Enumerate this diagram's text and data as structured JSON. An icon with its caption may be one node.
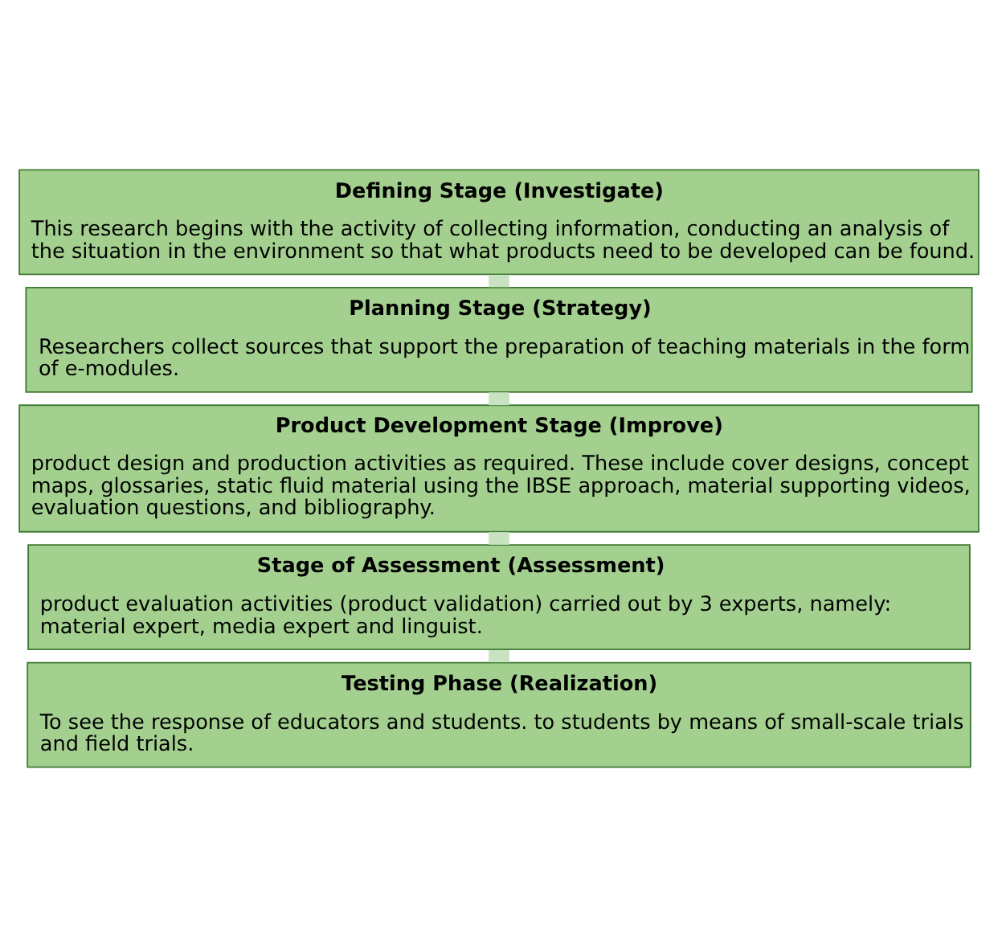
{
  "diagram": {
    "nodes": [
      {
        "text": [
          "Defining Stage (Investigate)",
          "This research begins with the activity of collecting information, conducting an analysis of the situation in the environment so that what products need to be developed can be found."
        ]
      },
      {
        "text": [
          "Planning Stage (Strategy)",
          "Researchers collect sources that support the preparation of teaching materials in the form of e-modules."
        ]
      },
      {
        "text": [
          "Product Development Stage (Improve)",
          "product design and production activities as required. These include cover designs, concept maps, glossaries, static fluid material using the IBSE approach, material supporting videos, evaluation questions, and bibliography."
        ]
      },
      {
        "text": [
          "Stage of Assessment (Assessment)",
          "product evaluation activities (product validation) carried out by 3 experts, namely: material expert, media expert and linguist."
        ]
      },
      {
        "text": [
          "Testing Phase (Realization)",
          "To see the response of educators and students. to students by means of small-scale trials and field trials."
        ]
      }
    ],
    "edges": [
      {
        "from": 0,
        "to": 1,
        "arrow": "none"
      },
      {
        "from": 1,
        "to": 2,
        "arrow": "none"
      },
      {
        "from": 2,
        "to": 3,
        "arrow": "none"
      },
      {
        "from": 3,
        "to": 4,
        "arrow": "none"
      }
    ]
  }
}
